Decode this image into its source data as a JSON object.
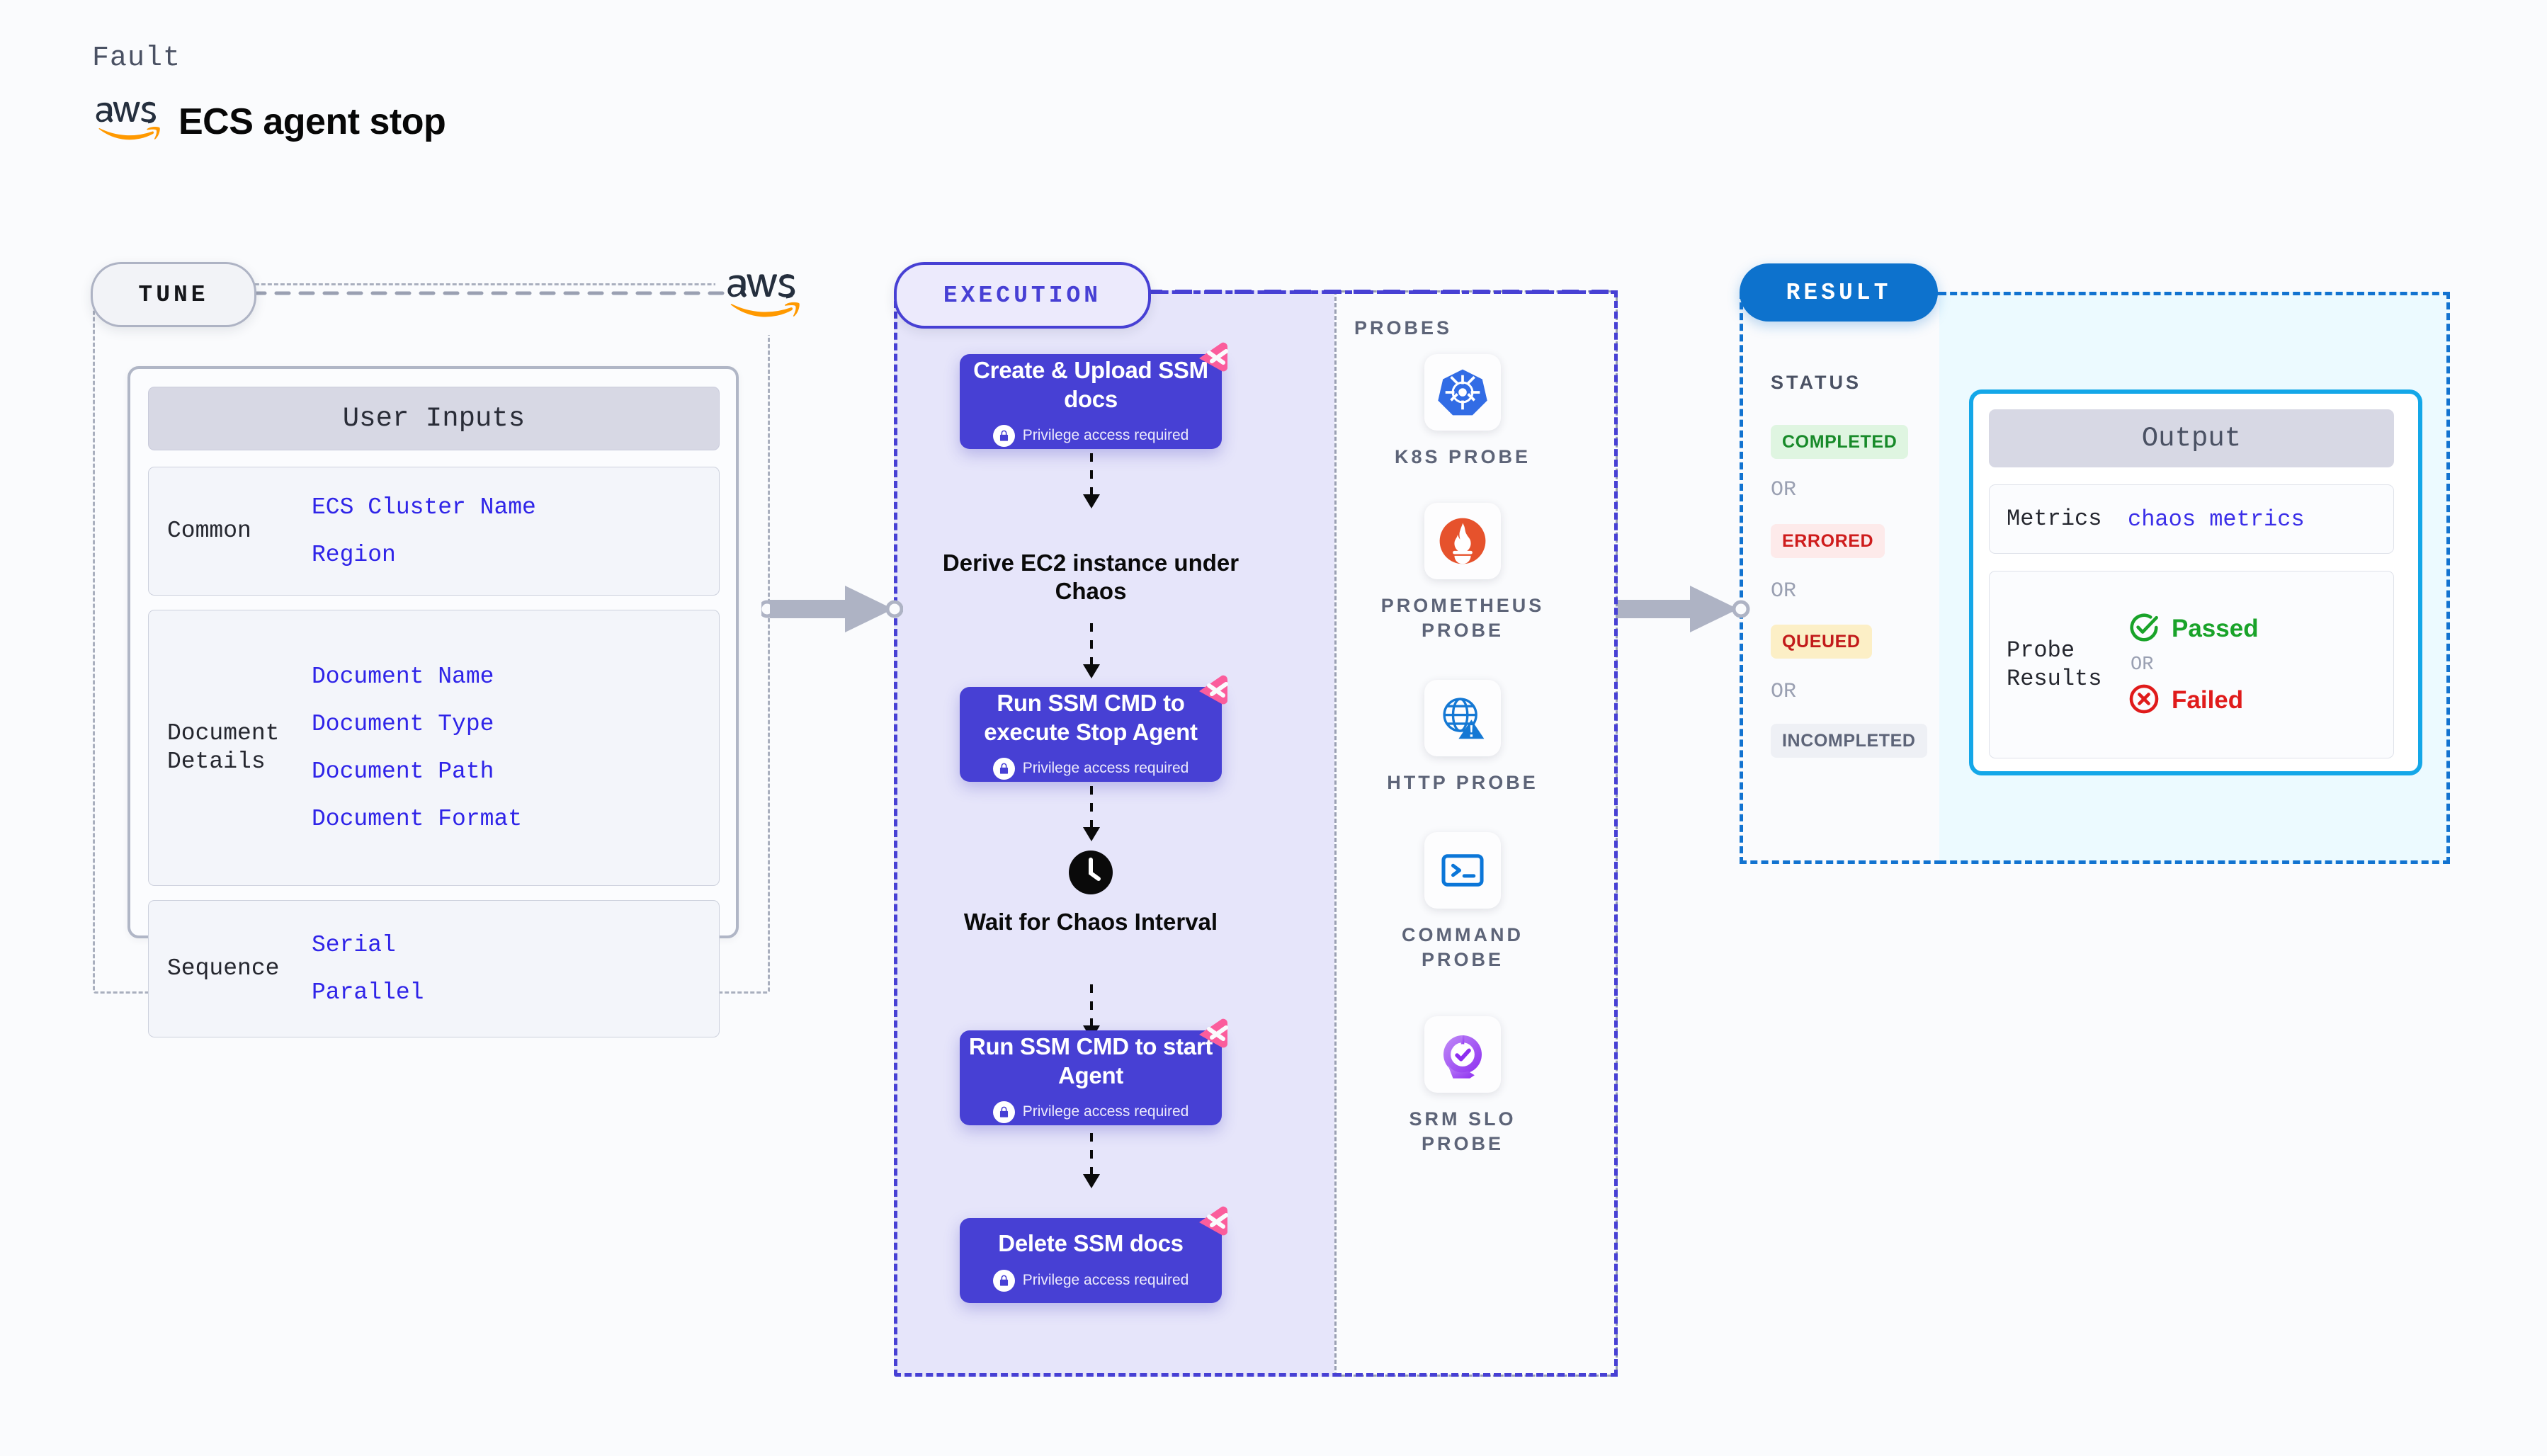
{
  "header": {
    "kicker": "Fault",
    "title": "ECS agent stop",
    "brand_icon": "aws-logo"
  },
  "tune": {
    "pill_label": "TUNE",
    "watermark_icon": "aws-logo",
    "card_title": "User Inputs",
    "groups": [
      {
        "label": "Common",
        "values": [
          "ECS Cluster Name",
          "Region"
        ]
      },
      {
        "label": "Document\nDetails",
        "values": [
          "Document Name",
          "Document Type",
          "Document Path",
          "Document Format"
        ]
      },
      {
        "label": "Sequence",
        "values": [
          "Serial",
          "Parallel"
        ]
      }
    ]
  },
  "execution": {
    "pill_label": "EXECUTION",
    "privilege_text": "Privilege access required",
    "nodes": [
      {
        "type": "task",
        "title": "Create & Upload SSM docs",
        "privileged": true,
        "chaos_badge": true
      },
      {
        "type": "plain",
        "title": "Derive EC2 instance under Chaos"
      },
      {
        "type": "task",
        "title": "Run SSM CMD to execute Stop Agent",
        "privileged": true,
        "chaos_badge": true
      },
      {
        "type": "wait",
        "title": "Wait for Chaos Interval",
        "icon": "clock-icon"
      },
      {
        "type": "task",
        "title": "Run SSM CMD to start Agent",
        "privileged": true,
        "chaos_badge": true
      },
      {
        "type": "task",
        "title": "Delete SSM docs",
        "privileged": true,
        "chaos_badge": true
      }
    ]
  },
  "probes": {
    "label": "PROBES",
    "items": [
      {
        "name": "K8S PROBE",
        "icon": "kubernetes-icon"
      },
      {
        "name": "PROMETHEUS PROBE",
        "icon": "prometheus-icon"
      },
      {
        "name": "HTTP PROBE",
        "icon": "http-globe-icon"
      },
      {
        "name": "COMMAND PROBE",
        "icon": "terminal-icon"
      },
      {
        "name": "SRM SLO PROBE",
        "icon": "srm-slo-icon"
      }
    ]
  },
  "result": {
    "pill_label": "RESULT",
    "status_label": "STATUS",
    "or_label": "OR",
    "statuses": [
      {
        "label": "COMPLETED",
        "bg": "#dff5e1",
        "fg": "#188a2a"
      },
      {
        "label": "ERRORED",
        "bg": "#fdeaea",
        "fg": "#ce1c1c"
      },
      {
        "label": "QUEUED",
        "bg": "#fcefc6",
        "fg": "#c21b1b"
      },
      {
        "label": "INCOMPLETED",
        "bg": "#eef0f5",
        "fg": "#5d6478"
      }
    ],
    "output": {
      "title": "Output",
      "metrics_label": "Metrics",
      "metrics_value": "chaos metrics",
      "probe_label": "Probe\nResults",
      "passed_label": "Passed",
      "failed_label": "Failed",
      "or_label": "OR",
      "passed_icon": "check-circle-icon",
      "failed_icon": "x-circle-icon"
    }
  },
  "colors": {
    "brand_purple": "#4740d4",
    "chaos_pink": "#fb5d9c",
    "result_blue": "#0d72cd",
    "output_border": "#14a7e8",
    "aws_orange": "#ff9900",
    "mono_value_blue": "#2f24e8"
  }
}
